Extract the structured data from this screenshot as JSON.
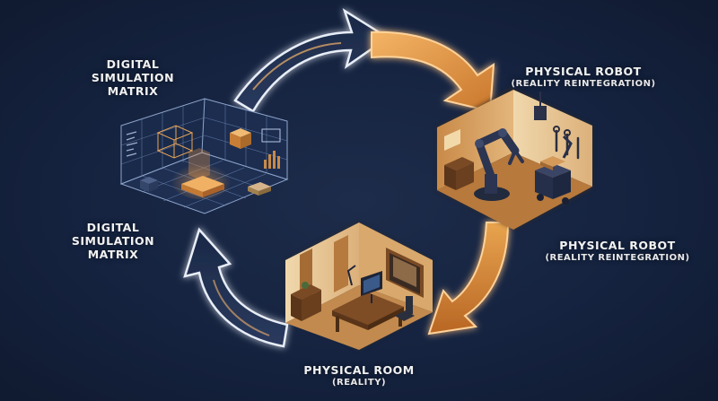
{
  "labels": {
    "sim_top": {
      "lines": [
        "DIGITAL",
        "SIMULATION",
        "MATRIX"
      ]
    },
    "sim_bottom": {
      "lines": [
        "DIGITAL",
        "SIMULATION",
        "MATRIX"
      ]
    },
    "robot_top": {
      "title": "PHYSICAL ROBOT",
      "subtitle": "(REALITY REINTEGRATION)"
    },
    "robot_right": {
      "title": "PHYSICAL ROBOT",
      "subtitle": "(REALITY REINTEGRATION)"
    },
    "room": {
      "title": "PHYSICAL ROOM",
      "subtitle": "(REALITY)"
    }
  },
  "colors": {
    "background": "#152340",
    "orange": "#e8963e",
    "navy": "#1c2a48",
    "glow": "#f3b36a",
    "tan": "#e9cfa2",
    "brown": "#7a4a25"
  },
  "icons": [
    "simulation-matrix-cube",
    "robot-workshop-hexagon",
    "physical-room-hexagon",
    "cycle-arrow-icon"
  ]
}
